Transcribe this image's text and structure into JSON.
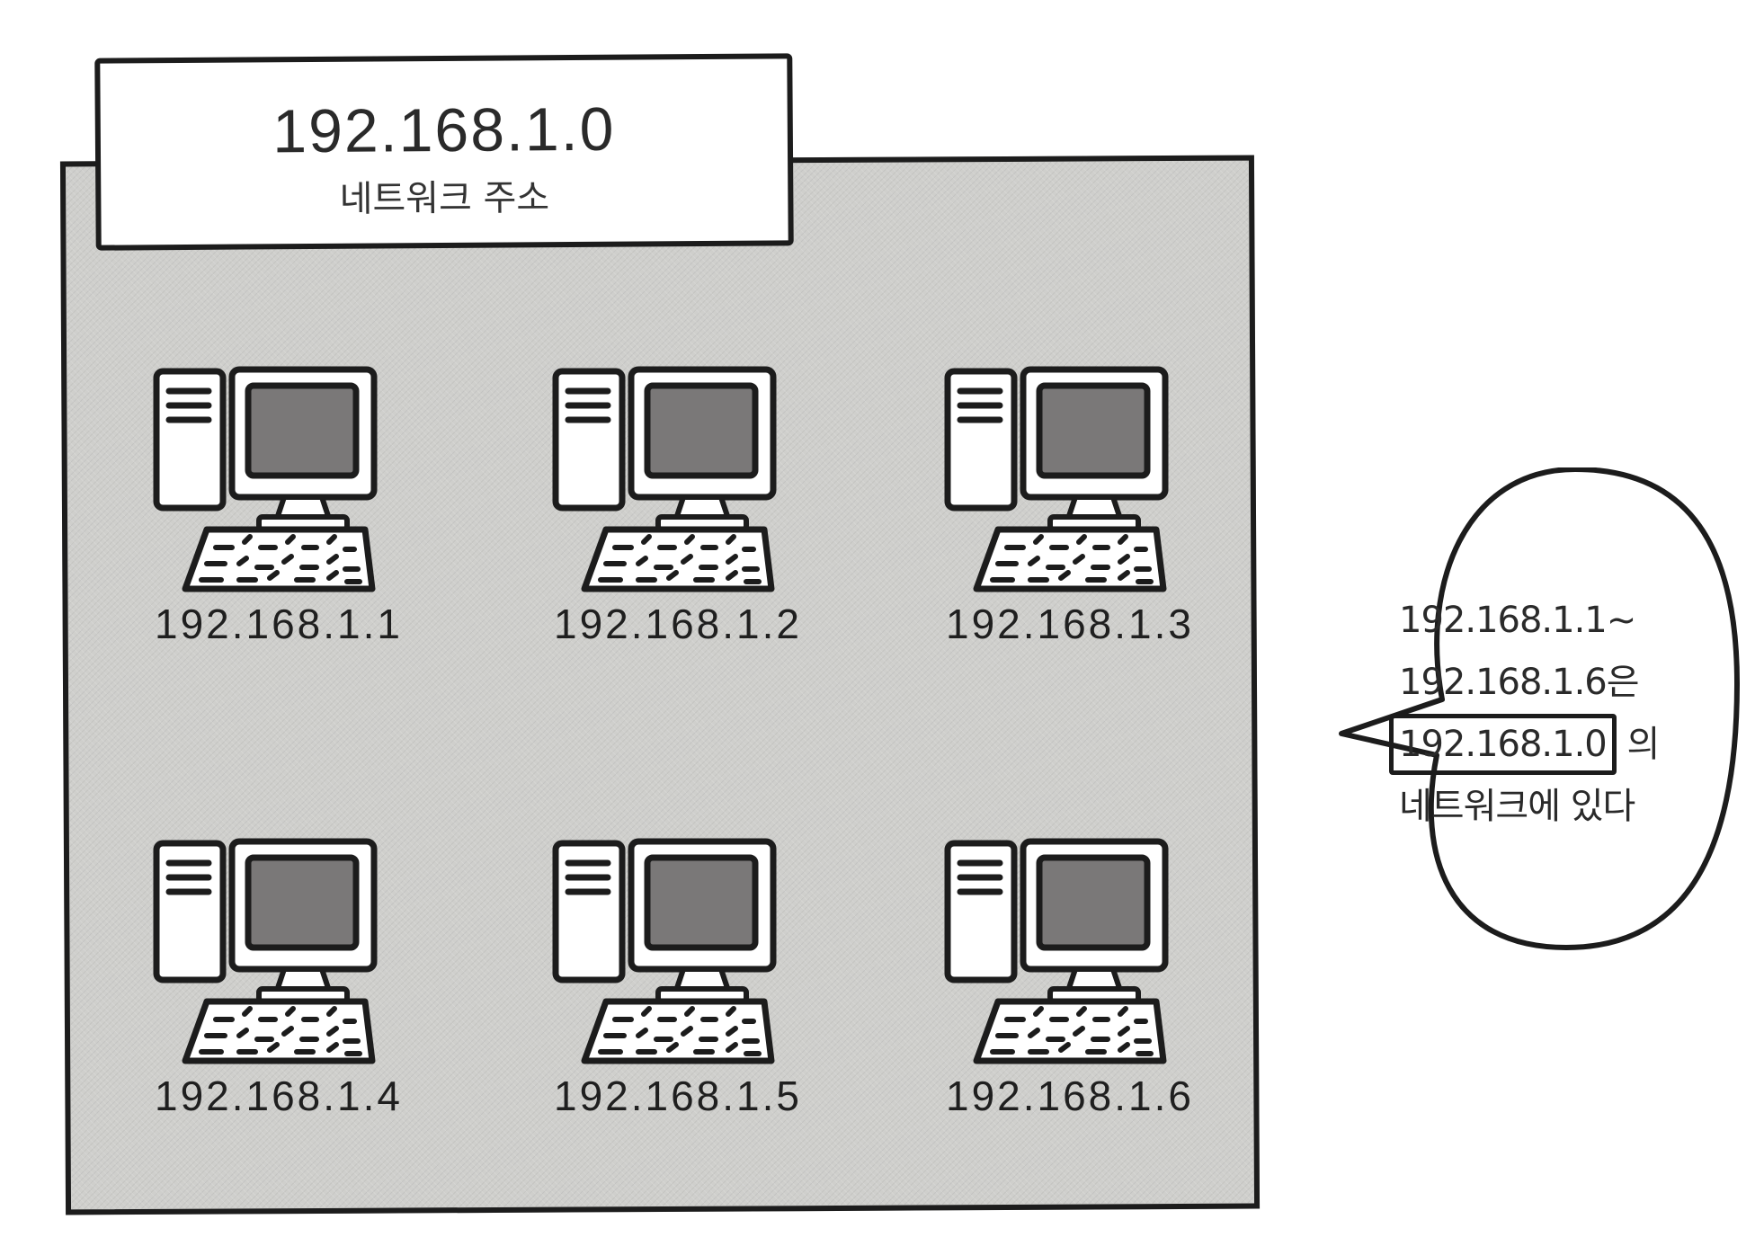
{
  "network": {
    "address": "192.168.1.0",
    "caption": "네트워크 주소"
  },
  "computers": [
    {
      "ip": "192.168.1.1"
    },
    {
      "ip": "192.168.1.2"
    },
    {
      "ip": "192.168.1.3"
    },
    {
      "ip": "192.168.1.4"
    },
    {
      "ip": "192.168.1.5"
    },
    {
      "ip": "192.168.1.6"
    }
  ],
  "callout": {
    "line1": "192.168.1.1~",
    "line2": "192.168.1.6은",
    "line3_boxed": "192.168.1.0",
    "line3_suffix": "의",
    "line4": "네트워크에 있다"
  },
  "colors": {
    "outline": "#1c1c1c",
    "area_fill": "#cfcfcc",
    "screen": "#7a7878"
  }
}
